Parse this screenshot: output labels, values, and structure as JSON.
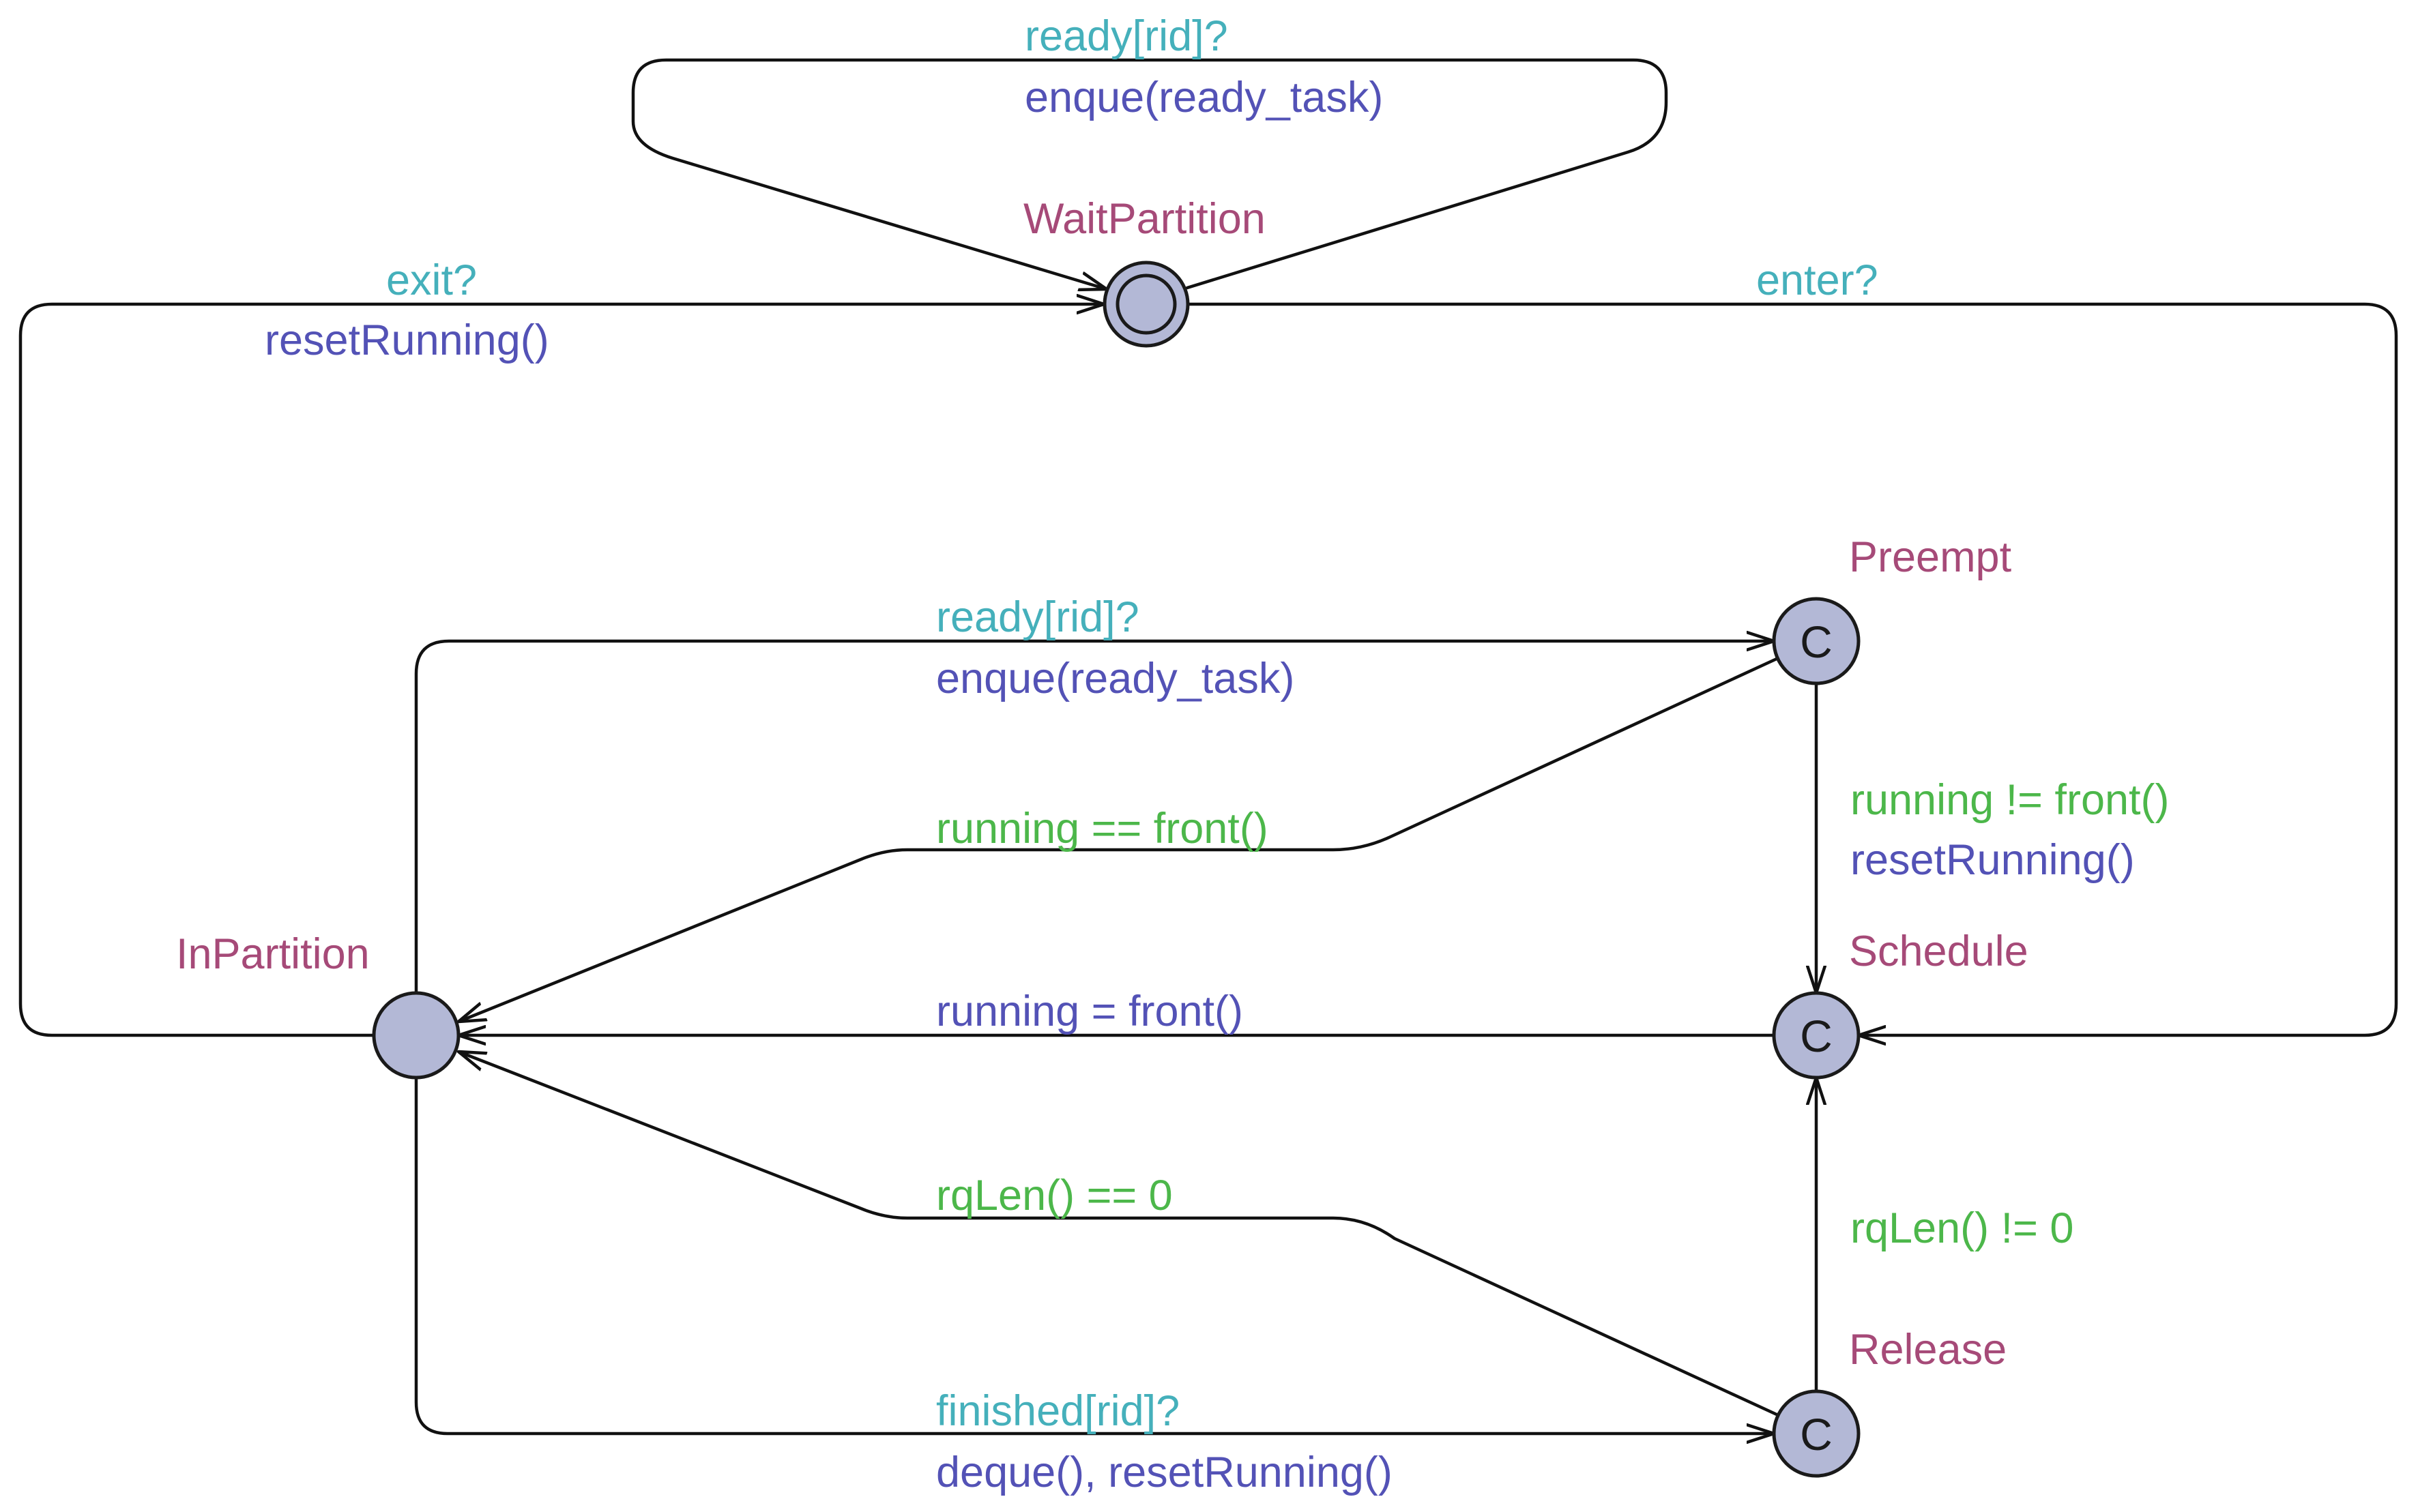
{
  "locations": {
    "wait_partition": "WaitPartition",
    "in_partition": "InPartition",
    "preempt": "Preempt",
    "schedule": "Schedule",
    "release": "Release"
  },
  "committed_mark": "C",
  "edges": {
    "wait_self_loop": {
      "sync": "ready[rid]?",
      "update": "enque(ready_task)"
    },
    "in_to_wait": {
      "sync": "exit?",
      "update": "resetRunning()"
    },
    "wait_to_schedule": {
      "sync": "enter?"
    },
    "in_to_preempt": {
      "sync": "ready[rid]?",
      "update": "enque(ready_task)"
    },
    "preempt_to_in": {
      "guard": "running == front()"
    },
    "preempt_to_schedule": {
      "guard": "running != front()",
      "update": "resetRunning()"
    },
    "schedule_to_in": {
      "update": "running = front()"
    },
    "release_to_in": {
      "guard": "rqLen() == 0"
    },
    "release_to_schedule": {
      "guard": "rqLen() != 0"
    },
    "in_to_release": {
      "sync": "finished[rid]?",
      "update": "deque(), resetRunning()"
    }
  },
  "colors": {
    "sync": "#45b0bb",
    "update": "#5352b6",
    "guard": "#4cb74a",
    "location": "#a64a78",
    "state_fill": "#b3b8d6"
  }
}
